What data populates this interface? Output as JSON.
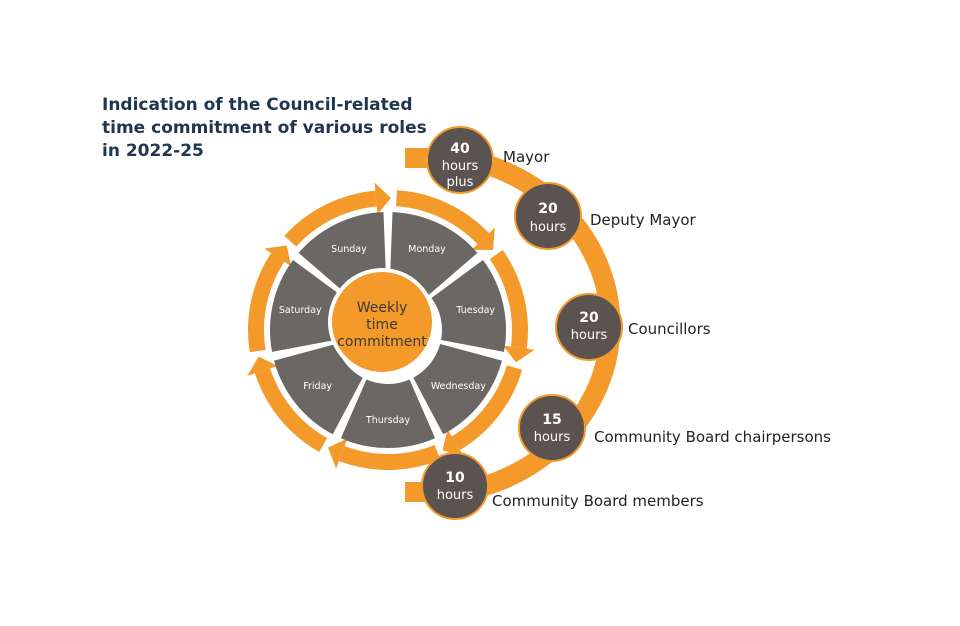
{
  "title_lines": [
    "Indication of the Council-related",
    "time commitment of various roles",
    "in 2022-25"
  ],
  "center_lines": [
    "Weekly",
    "time",
    "commitment"
  ],
  "days": [
    "Monday",
    "Tuesday",
    "Wednesday",
    "Thursday",
    "Friday",
    "Saturday",
    "Sunday"
  ],
  "roles": [
    {
      "hours": "40",
      "unit": "hours",
      "extra": "plus",
      "label": "Mayor"
    },
    {
      "hours": "20",
      "unit": "hours",
      "extra": "",
      "label": "Deputy Mayor"
    },
    {
      "hours": "20",
      "unit": "hours",
      "extra": "",
      "label": "Councillors"
    },
    {
      "hours": "15",
      "unit": "hours",
      "extra": "",
      "label": "Community Board chairpersons"
    },
    {
      "hours": "10",
      "unit": "hours",
      "extra": "",
      "label": "Community Board members"
    }
  ],
  "colors": {
    "orange": "#f39a2b",
    "grey": "#6b6764",
    "badge": "#5b5350",
    "title": "#1f3550"
  }
}
